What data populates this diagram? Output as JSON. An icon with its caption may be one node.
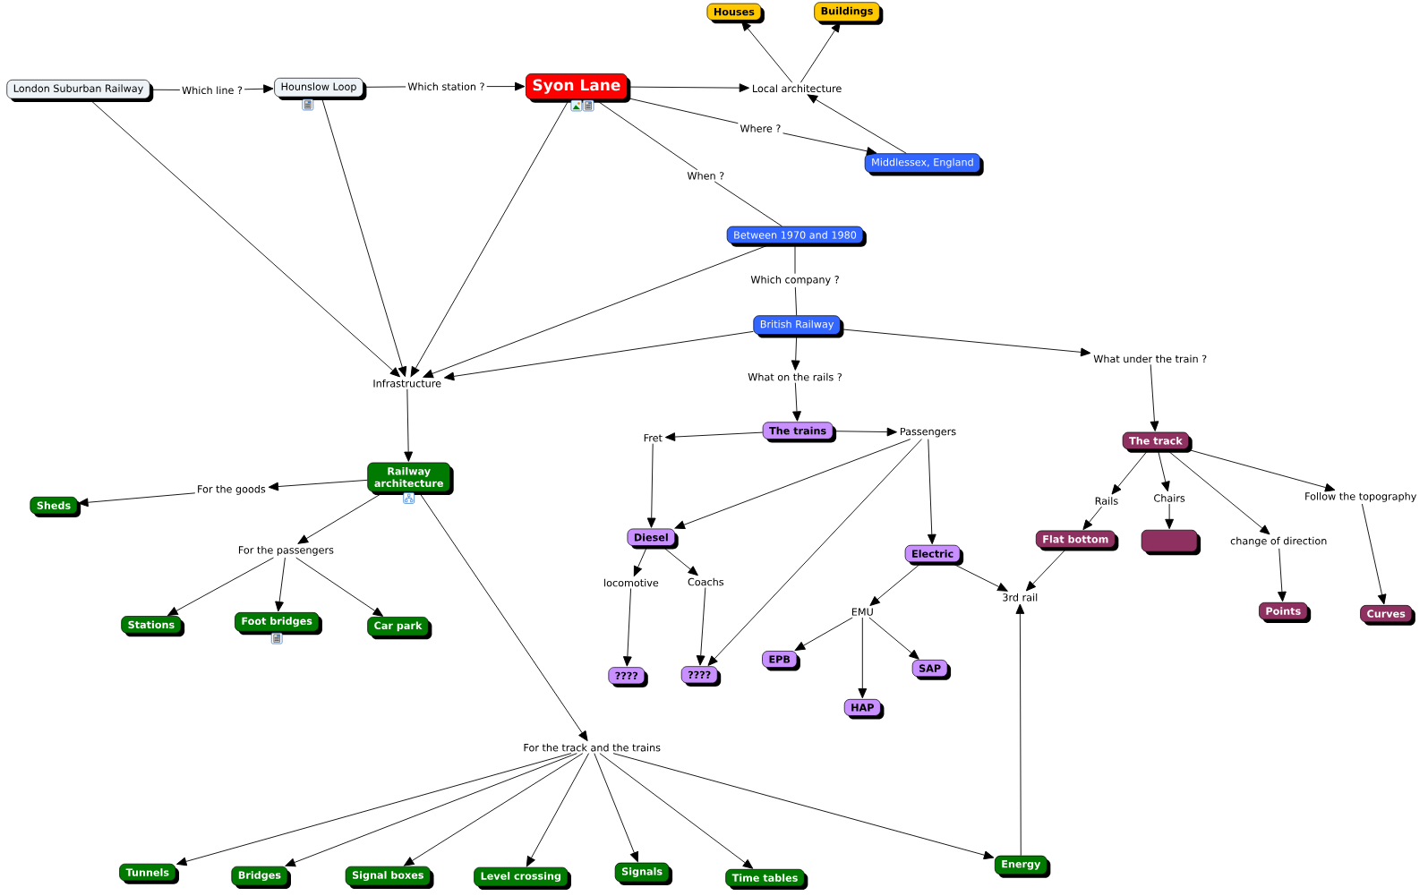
{
  "diagram": {
    "nodes": [
      {
        "text": [
          "London Suburban Railway"
        ]
      },
      {
        "text": [
          "Which line ?"
        ]
      },
      {
        "text": [
          "Hounslow Loop"
        ]
      },
      {
        "text": [
          "Which station ?"
        ]
      },
      {
        "text": [
          "Syon Lane"
        ]
      },
      {
        "text": [
          "Local architecture"
        ]
      },
      {
        "text": [
          "Houses"
        ]
      },
      {
        "text": [
          "Buildings"
        ]
      },
      {
        "text": [
          "Where ?"
        ]
      },
      {
        "text": [
          "Middlessex, England"
        ]
      },
      {
        "text": [
          "When ?"
        ]
      },
      {
        "text": [
          "Between 1970 and 1980"
        ]
      },
      {
        "text": [
          "Which company ?"
        ]
      },
      {
        "text": [
          "British Railway"
        ]
      },
      {
        "text": [
          "Infrastructure"
        ]
      },
      {
        "text": [
          "What on the rails ?"
        ]
      },
      {
        "text": [
          "What under the train ?"
        ]
      },
      {
        "text": [
          "Railway architecture"
        ]
      },
      {
        "text": [
          "For the goods"
        ]
      },
      {
        "text": [
          "Sheds"
        ]
      },
      {
        "text": [
          "For the passengers"
        ]
      },
      {
        "text": [
          "Stations"
        ]
      },
      {
        "text": [
          "Foot bridges"
        ]
      },
      {
        "text": [
          "Car park"
        ]
      },
      {
        "text": [
          "The trains"
        ]
      },
      {
        "text": [
          "Fret"
        ]
      },
      {
        "text": [
          "Passengers"
        ]
      },
      {
        "text": [
          "Diesel"
        ]
      },
      {
        "text": [
          "locomotive"
        ]
      },
      {
        "text": [
          "Coachs"
        ]
      },
      {
        "text": [
          "????"
        ]
      },
      {
        "text": [
          "????"
        ]
      },
      {
        "text": [
          "Electric"
        ]
      },
      {
        "text": [
          "EMU"
        ]
      },
      {
        "text": [
          "EPB"
        ]
      },
      {
        "text": [
          "SAP"
        ]
      },
      {
        "text": [
          "HAP"
        ]
      },
      {
        "text": [
          "3rd rail"
        ]
      },
      {
        "text": [
          "The track"
        ]
      },
      {
        "text": [
          "Rails"
        ]
      },
      {
        "text": [
          "Chairs"
        ]
      },
      {
        "text": [
          "change of direction"
        ]
      },
      {
        "text": [
          "Follow the topography"
        ]
      },
      {
        "text": [
          "Flat bottom"
        ]
      },
      {
        "text": [],
        "shape": "box"
      },
      {
        "text": [
          "Points"
        ]
      },
      {
        "text": [
          "Curves"
        ]
      },
      {
        "text": [
          "For the track and the trains"
        ]
      },
      {
        "text": [
          "Tunnels"
        ]
      },
      {
        "text": [
          "Bridges"
        ]
      },
      {
        "text": [
          "Signal boxes"
        ]
      },
      {
        "text": [
          "Level crossing"
        ]
      },
      {
        "text": [
          "Signals"
        ]
      },
      {
        "text": [
          "Time tables"
        ]
      },
      {
        "text": [
          "Energy"
        ]
      }
    ],
    "edges": [
      {
        "from": 0,
        "to": 1,
        "arrow": "none"
      },
      {
        "from": 1,
        "to": 2,
        "arrow": "to"
      },
      {
        "from": 2,
        "to": 3,
        "arrow": "none"
      },
      {
        "from": 3,
        "to": 4,
        "arrow": "to"
      },
      {
        "from": 4,
        "to": 5,
        "arrow": "to"
      },
      {
        "from": 5,
        "to": 6,
        "arrow": "to"
      },
      {
        "from": 5,
        "to": 7,
        "arrow": "to"
      },
      {
        "from": 4,
        "to": 8,
        "arrow": "none"
      },
      {
        "from": 8,
        "to": 9,
        "arrow": "to"
      },
      {
        "from": 9,
        "to": 5,
        "arrow": "to"
      },
      {
        "from": 4,
        "to": 10,
        "arrow": "none"
      },
      {
        "from": 10,
        "to": 11,
        "arrow": "none"
      },
      {
        "from": 11,
        "to": 12,
        "arrow": "none"
      },
      {
        "from": 12,
        "to": 13,
        "arrow": "none"
      },
      {
        "from": 0,
        "to": 14,
        "arrow": "to"
      },
      {
        "from": 2,
        "to": 14,
        "arrow": "to"
      },
      {
        "from": 4,
        "to": 14,
        "arrow": "to"
      },
      {
        "from": 11,
        "to": 14,
        "arrow": "to"
      },
      {
        "from": 13,
        "to": 14,
        "arrow": "to"
      },
      {
        "from": 13,
        "to": 15,
        "arrow": "to"
      },
      {
        "from": 15,
        "to": 24,
        "arrow": "to"
      },
      {
        "from": 13,
        "to": 16,
        "arrow": "to"
      },
      {
        "from": 16,
        "to": 38,
        "arrow": "to"
      },
      {
        "from": 14,
        "to": 17,
        "arrow": "to"
      },
      {
        "from": 17,
        "to": 18,
        "arrow": "to"
      },
      {
        "from": 18,
        "to": 19,
        "arrow": "to"
      },
      {
        "from": 17,
        "to": 20,
        "arrow": "to"
      },
      {
        "from": 20,
        "to": 21,
        "arrow": "to"
      },
      {
        "from": 20,
        "to": 22,
        "arrow": "to"
      },
      {
        "from": 20,
        "to": 23,
        "arrow": "to"
      },
      {
        "from": 17,
        "to": 47,
        "arrow": "to"
      },
      {
        "from": 47,
        "to": 48,
        "arrow": "to"
      },
      {
        "from": 47,
        "to": 49,
        "arrow": "to"
      },
      {
        "from": 47,
        "to": 50,
        "arrow": "to"
      },
      {
        "from": 47,
        "to": 51,
        "arrow": "to"
      },
      {
        "from": 47,
        "to": 52,
        "arrow": "to"
      },
      {
        "from": 47,
        "to": 53,
        "arrow": "to"
      },
      {
        "from": 47,
        "to": 54,
        "arrow": "to"
      },
      {
        "from": 24,
        "to": 25,
        "arrow": "to"
      },
      {
        "from": 24,
        "to": 26,
        "arrow": "to"
      },
      {
        "from": 25,
        "to": 27,
        "arrow": "to"
      },
      {
        "from": 26,
        "to": 27,
        "arrow": "to"
      },
      {
        "from": 26,
        "to": 31,
        "arrow": "to"
      },
      {
        "from": 26,
        "to": 32,
        "arrow": "to"
      },
      {
        "from": 27,
        "to": 28,
        "arrow": "to"
      },
      {
        "from": 27,
        "to": 29,
        "arrow": "to"
      },
      {
        "from": 28,
        "to": 30,
        "arrow": "to"
      },
      {
        "from": 29,
        "to": 31,
        "arrow": "to"
      },
      {
        "from": 32,
        "to": 33,
        "arrow": "to"
      },
      {
        "from": 32,
        "to": 37,
        "arrow": "to"
      },
      {
        "from": 33,
        "to": 34,
        "arrow": "to"
      },
      {
        "from": 33,
        "to": 35,
        "arrow": "to"
      },
      {
        "from": 33,
        "to": 36,
        "arrow": "to"
      },
      {
        "from": 43,
        "to": 37,
        "arrow": "to"
      },
      {
        "from": 54,
        "to": 37,
        "arrow": "to"
      },
      {
        "from": 38,
        "to": 39,
        "arrow": "to"
      },
      {
        "from": 38,
        "to": 40,
        "arrow": "to"
      },
      {
        "from": 38,
        "to": 41,
        "arrow": "to"
      },
      {
        "from": 38,
        "to": 42,
        "arrow": "to"
      },
      {
        "from": 39,
        "to": 43,
        "arrow": "to"
      },
      {
        "from": 40,
        "to": 44,
        "arrow": "to"
      },
      {
        "from": 41,
        "to": 45,
        "arrow": "to"
      },
      {
        "from": 42,
        "to": 46,
        "arrow": "to"
      }
    ]
  }
}
